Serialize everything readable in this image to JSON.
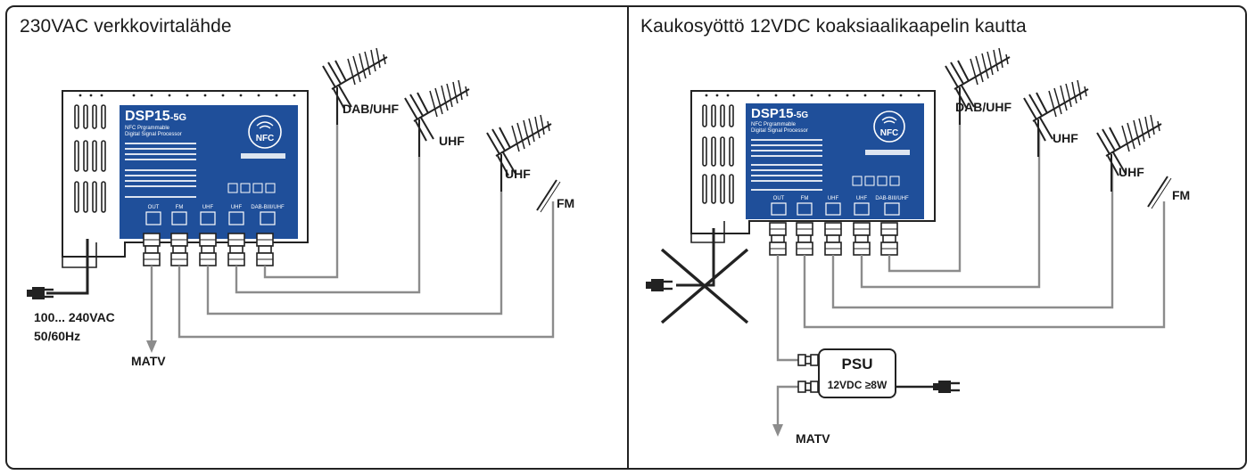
{
  "colors": {
    "device_blue": "#1f4f9a",
    "line_gray": "#8c8c8c",
    "frame": "#222222"
  },
  "left_panel": {
    "title": "230VAC verkkovirtalähde",
    "antenna_labels": [
      "DAB/UHF",
      "UHF",
      "UHF",
      "FM"
    ],
    "mains_label_line1": "100... 240VAC",
    "mains_label_line2": "50/60Hz",
    "output_label": "MATV"
  },
  "right_panel": {
    "title": "Kaukosyöttö 12VDC koaksiaalikaapelin kautta",
    "antenna_labels": [
      "DAB/UHF",
      "UHF",
      "UHF",
      "FM"
    ],
    "psu_title": "PSU",
    "psu_spec": "12VDC ≥8W",
    "output_label": "MATV"
  },
  "device": {
    "model": "DSP15",
    "model_suffix": "-5G",
    "subtitle1": "NFC Prgrammable",
    "subtitle2": "Digital Signal Processor",
    "nfc_label": "NFC",
    "port_labels": [
      "OUT",
      "FM",
      "UHF",
      "UHF",
      "DAB-BIII/UHF"
    ]
  }
}
